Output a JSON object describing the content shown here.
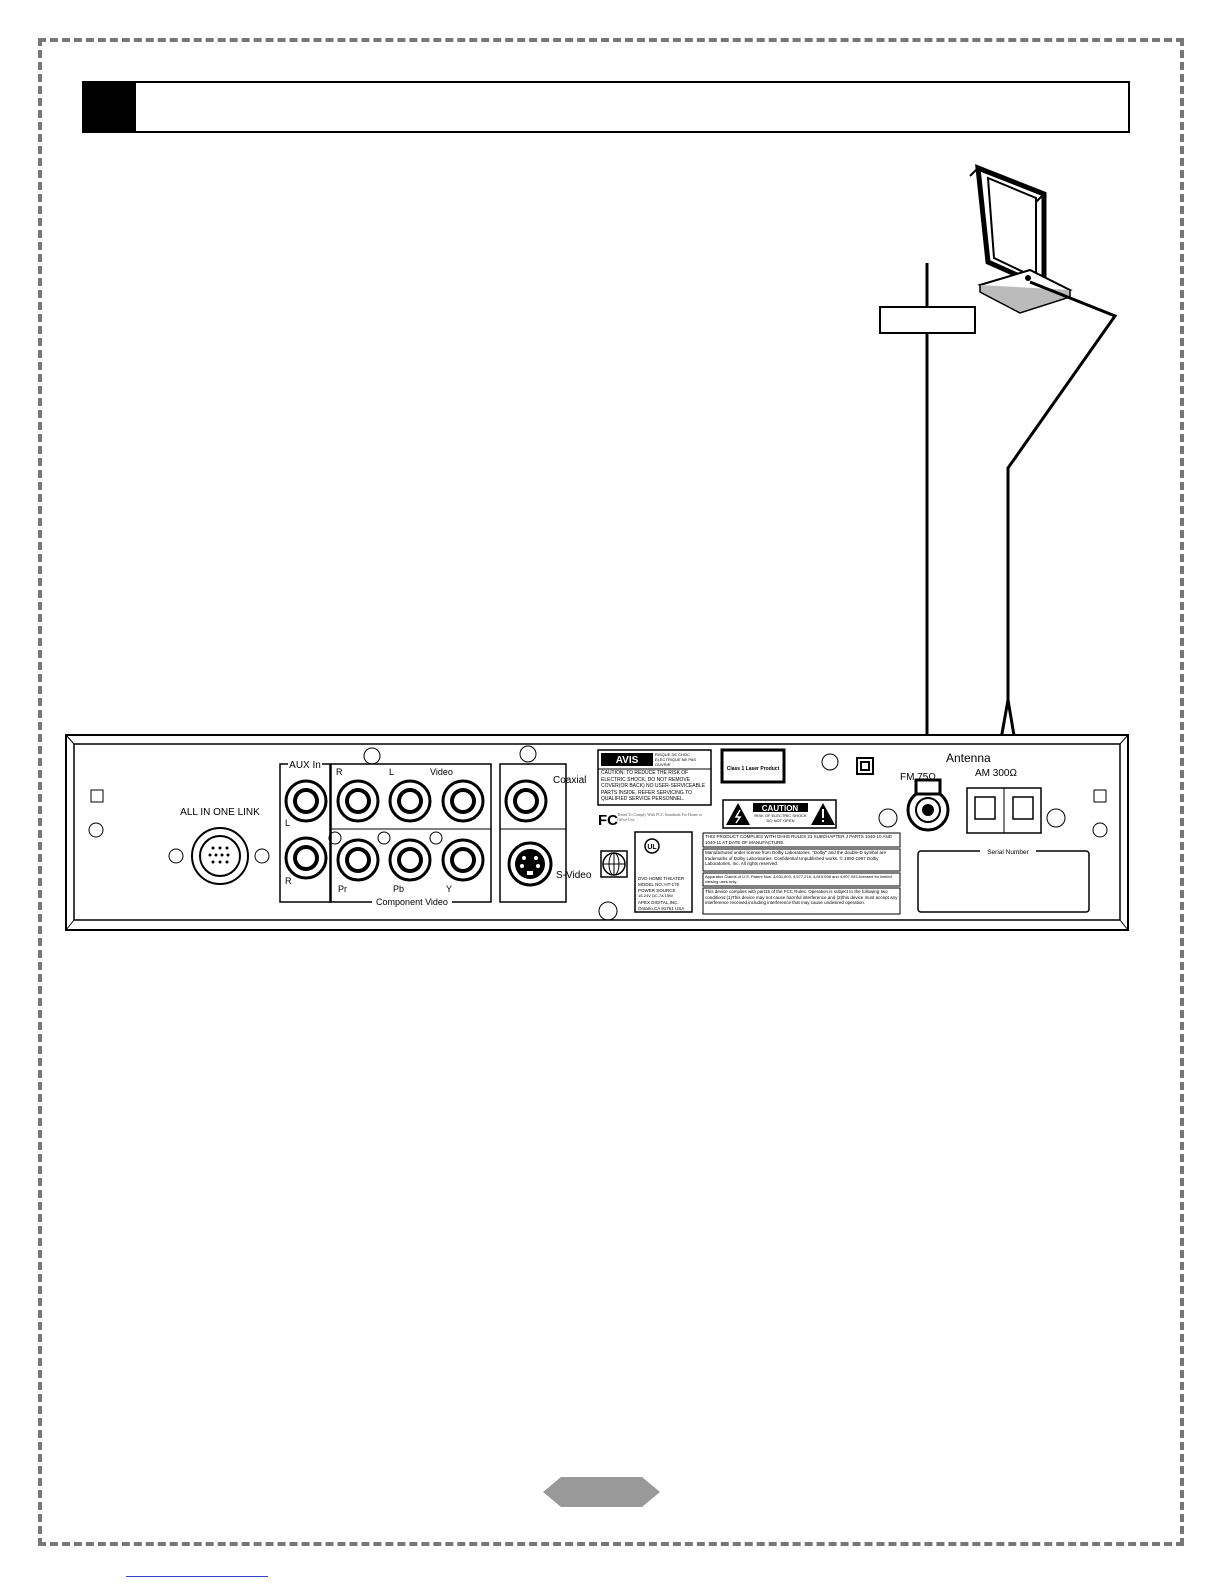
{
  "header": {
    "title": ""
  },
  "fm_tag": {
    "label": ""
  },
  "panel": {
    "aux_in": "AUX In",
    "all_in_one_link": "ALL IN ONE LINK",
    "r": "R",
    "l": "L",
    "video": "Video",
    "coaxial": "Coaxial",
    "s_video": "S-Video",
    "pr": "Pr",
    "pb": "Pb",
    "y": "Y",
    "component_video": "Component Video",
    "antenna": "Antenna",
    "fm_75": "FM 75Ω",
    "am_300": "AM 300Ω",
    "serial_number": "Serial Number",
    "avis": "AVIS",
    "avis_text": "RISQUE DE CHOC ELECTRIQUE NE PAS OUVRIR",
    "caution_text": "CAUTION: TO REDUCE THE RISK OF ELECTRIC SHOCK, DO NOT REMOVE COVER(OR BACK) NO USER-SERVICEABLE PARTS INSIDE. REFER SERVICING TO QUALIFIED SERVICE PERSONNEL.",
    "laser": "Class 1 Laser Product",
    "caution": "CAUTION",
    "caution_sub": "RISK OF ELECTRIC SHOCK DO NOT OPEN",
    "fcc_logo": "FC",
    "fcc_text": "Tested To Comply With FCC Standards For Home or Office Use",
    "dhhs": "THIS PRODUCT COMPLIES WITH DHHS RULES 21 SUBCHAPTER J PARTS 1040-10 AND 1040-11 AT DATE OF MANUFACTURE.",
    "dolby": "Manufactured under license from Dolby Laboratories. \"Dolby\" and the double-D symbol are trademarks of Dolby Laboratories. Confidential Unpublished works. © 1992-1997 Dolby Laboratories, Inc. All rights reserved.",
    "patent": "Apparatus Claims of U.S. Patent Nos. 4,631,603, 4,577,216, 4,819,098 and 4,907,093 licensed for limited viewing uses only.",
    "fcc15": "This device complies with part15 of the FCC Rules. Operation is subject to the following two conditions:(1)This device may not cause harmful interference,and (2)this device must accept any interference received,including interference that may cause undesired operation.",
    "model_lines": [
      "DVD HOME THEATER",
      "MODEL NO.:HT-175",
      "POWER SOURCE",
      "15-24V DC,7A 15W",
      "APEX DIGITAL,INC.",
      "Ontario,CA 91761 USA"
    ]
  },
  "page_number": ""
}
